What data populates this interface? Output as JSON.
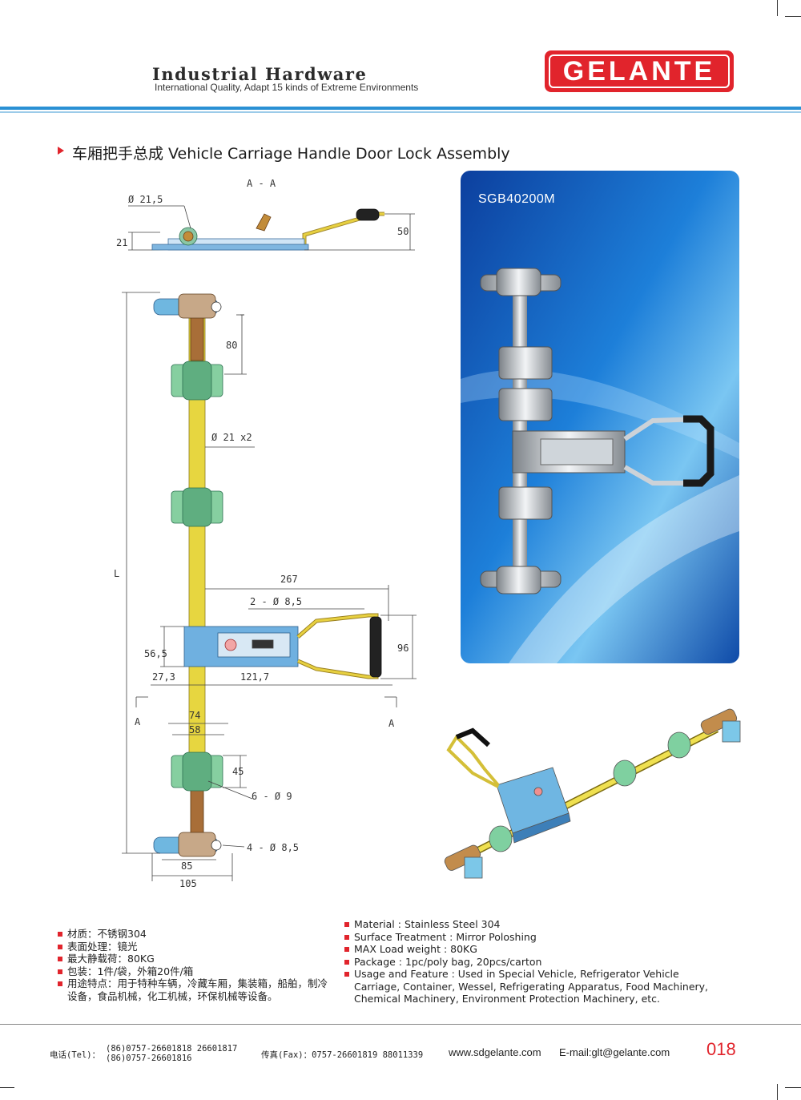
{
  "header": {
    "title": "Industrial Hardware",
    "subtitle": "International Quality, Adapt 15 kinds of Extreme Environments",
    "brand": "GELANTE",
    "brand_color": "#e1242c",
    "accent_color": "#2a90d4"
  },
  "section": {
    "title": "车厢把手总成 Vehicle Carriage Handle Door Lock Assembly"
  },
  "photo": {
    "model": "SGB40200M"
  },
  "drawing": {
    "section_label": "A - A",
    "dims": {
      "d21_5": "Ø 21,5",
      "h21": "21",
      "h50": "50",
      "v80": "80",
      "d21x2": "Ø 21 x2",
      "L": "L",
      "w267": "267",
      "holes2": "2 - Ø 8,5",
      "h56_5": "56,5",
      "h96": "96",
      "w27_3": "27,3",
      "w121_7": "121,7",
      "cutA_left": "A",
      "cutA_right": "A",
      "w74": "74",
      "w58": "58",
      "h45": "45",
      "holes6": "6 - Ø 9",
      "holes4": "4 - Ø 8,5",
      "w85": "85",
      "w105": "105"
    }
  },
  "specs_cn": [
    "材质：不锈钢304",
    "表面处理：镜光",
    "最大静载荷：80KG",
    "包装：1件/袋，外箱20件/箱",
    "用途特点：用于特种车辆，冷藏车厢，集装箱，船舶，制冷设备，食品机械，化工机械，环保机械等设备。"
  ],
  "specs_en": [
    "Material : Stainless Steel 304",
    "Surface Treatment : Mirror Poloshing",
    "MAX Load weight : 80KG",
    "Package : 1pc/poly bag,  20pcs/carton",
    "Usage and Feature : Used in Special Vehicle, Refrigerator Vehicle Carriage, Container, Wessel, Refrigerating Apparatus, Food Machinery, Chemical Machinery, Environment Protection Machinery, etc."
  ],
  "footer": {
    "tel_label": "电话(Tel)：",
    "tel_line1": "(86)0757-26601818  26601817",
    "tel_line2": "(86)0757-26601816",
    "fax": "传真(Fax)：0757-26601819 88011339",
    "web": "www.sdgelante.com",
    "email": "E-mail:glt@gelante.com",
    "page": "018"
  }
}
